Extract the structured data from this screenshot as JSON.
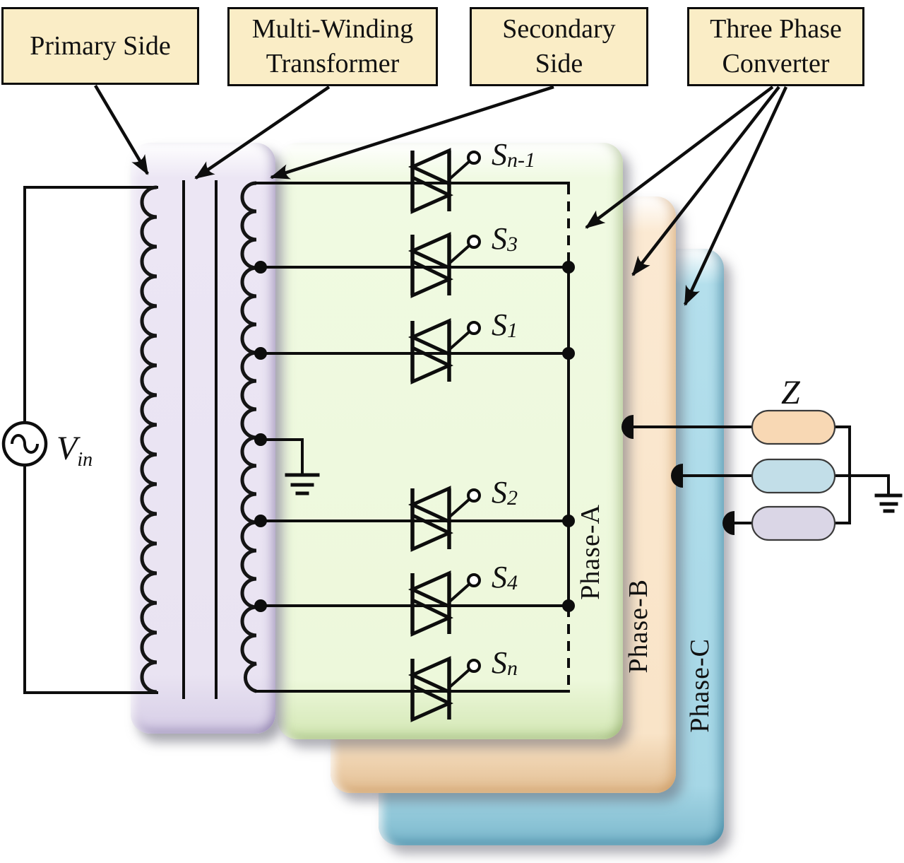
{
  "callouts": {
    "primary": {
      "lines": [
        "Primary Side"
      ]
    },
    "transformer": {
      "lines": [
        "Multi-Winding",
        "Transformer"
      ]
    },
    "secondary": {
      "lines": [
        "Secondary",
        "Side"
      ]
    },
    "converter": {
      "lines": [
        "Three Phase",
        "Converter"
      ]
    }
  },
  "source": {
    "name": "V",
    "sub": "in"
  },
  "switches": [
    {
      "name": "S",
      "sub": "n-1"
    },
    {
      "name": "S",
      "sub": "3"
    },
    {
      "name": "S",
      "sub": "1"
    },
    {
      "name": "S",
      "sub": "2"
    },
    {
      "name": "S",
      "sub": "4"
    },
    {
      "name": "S",
      "sub": "n"
    }
  ],
  "phases": [
    {
      "label": "Phase-A",
      "panel_color": "#EDF8DB"
    },
    {
      "label": "Phase-B",
      "panel_color": "#F9E4C8"
    },
    {
      "label": "Phase-C",
      "panel_color": "#A6D7E6"
    }
  ],
  "load": {
    "label": "Z",
    "units": [
      {
        "color": "#F8D8B4"
      },
      {
        "color": "#C2DEE8"
      },
      {
        "color": "#DAD6E6"
      }
    ]
  },
  "colors": {
    "callout_bg": "#FAEDC6",
    "callout_border": "#000000",
    "wire": "#0D0D0D",
    "transformer_panel": "#E9E3F2",
    "phase_a_panel": "#EDF8DB",
    "phase_b_panel": "#F9E4C8",
    "phase_c_panel": "#A6D7E6"
  }
}
